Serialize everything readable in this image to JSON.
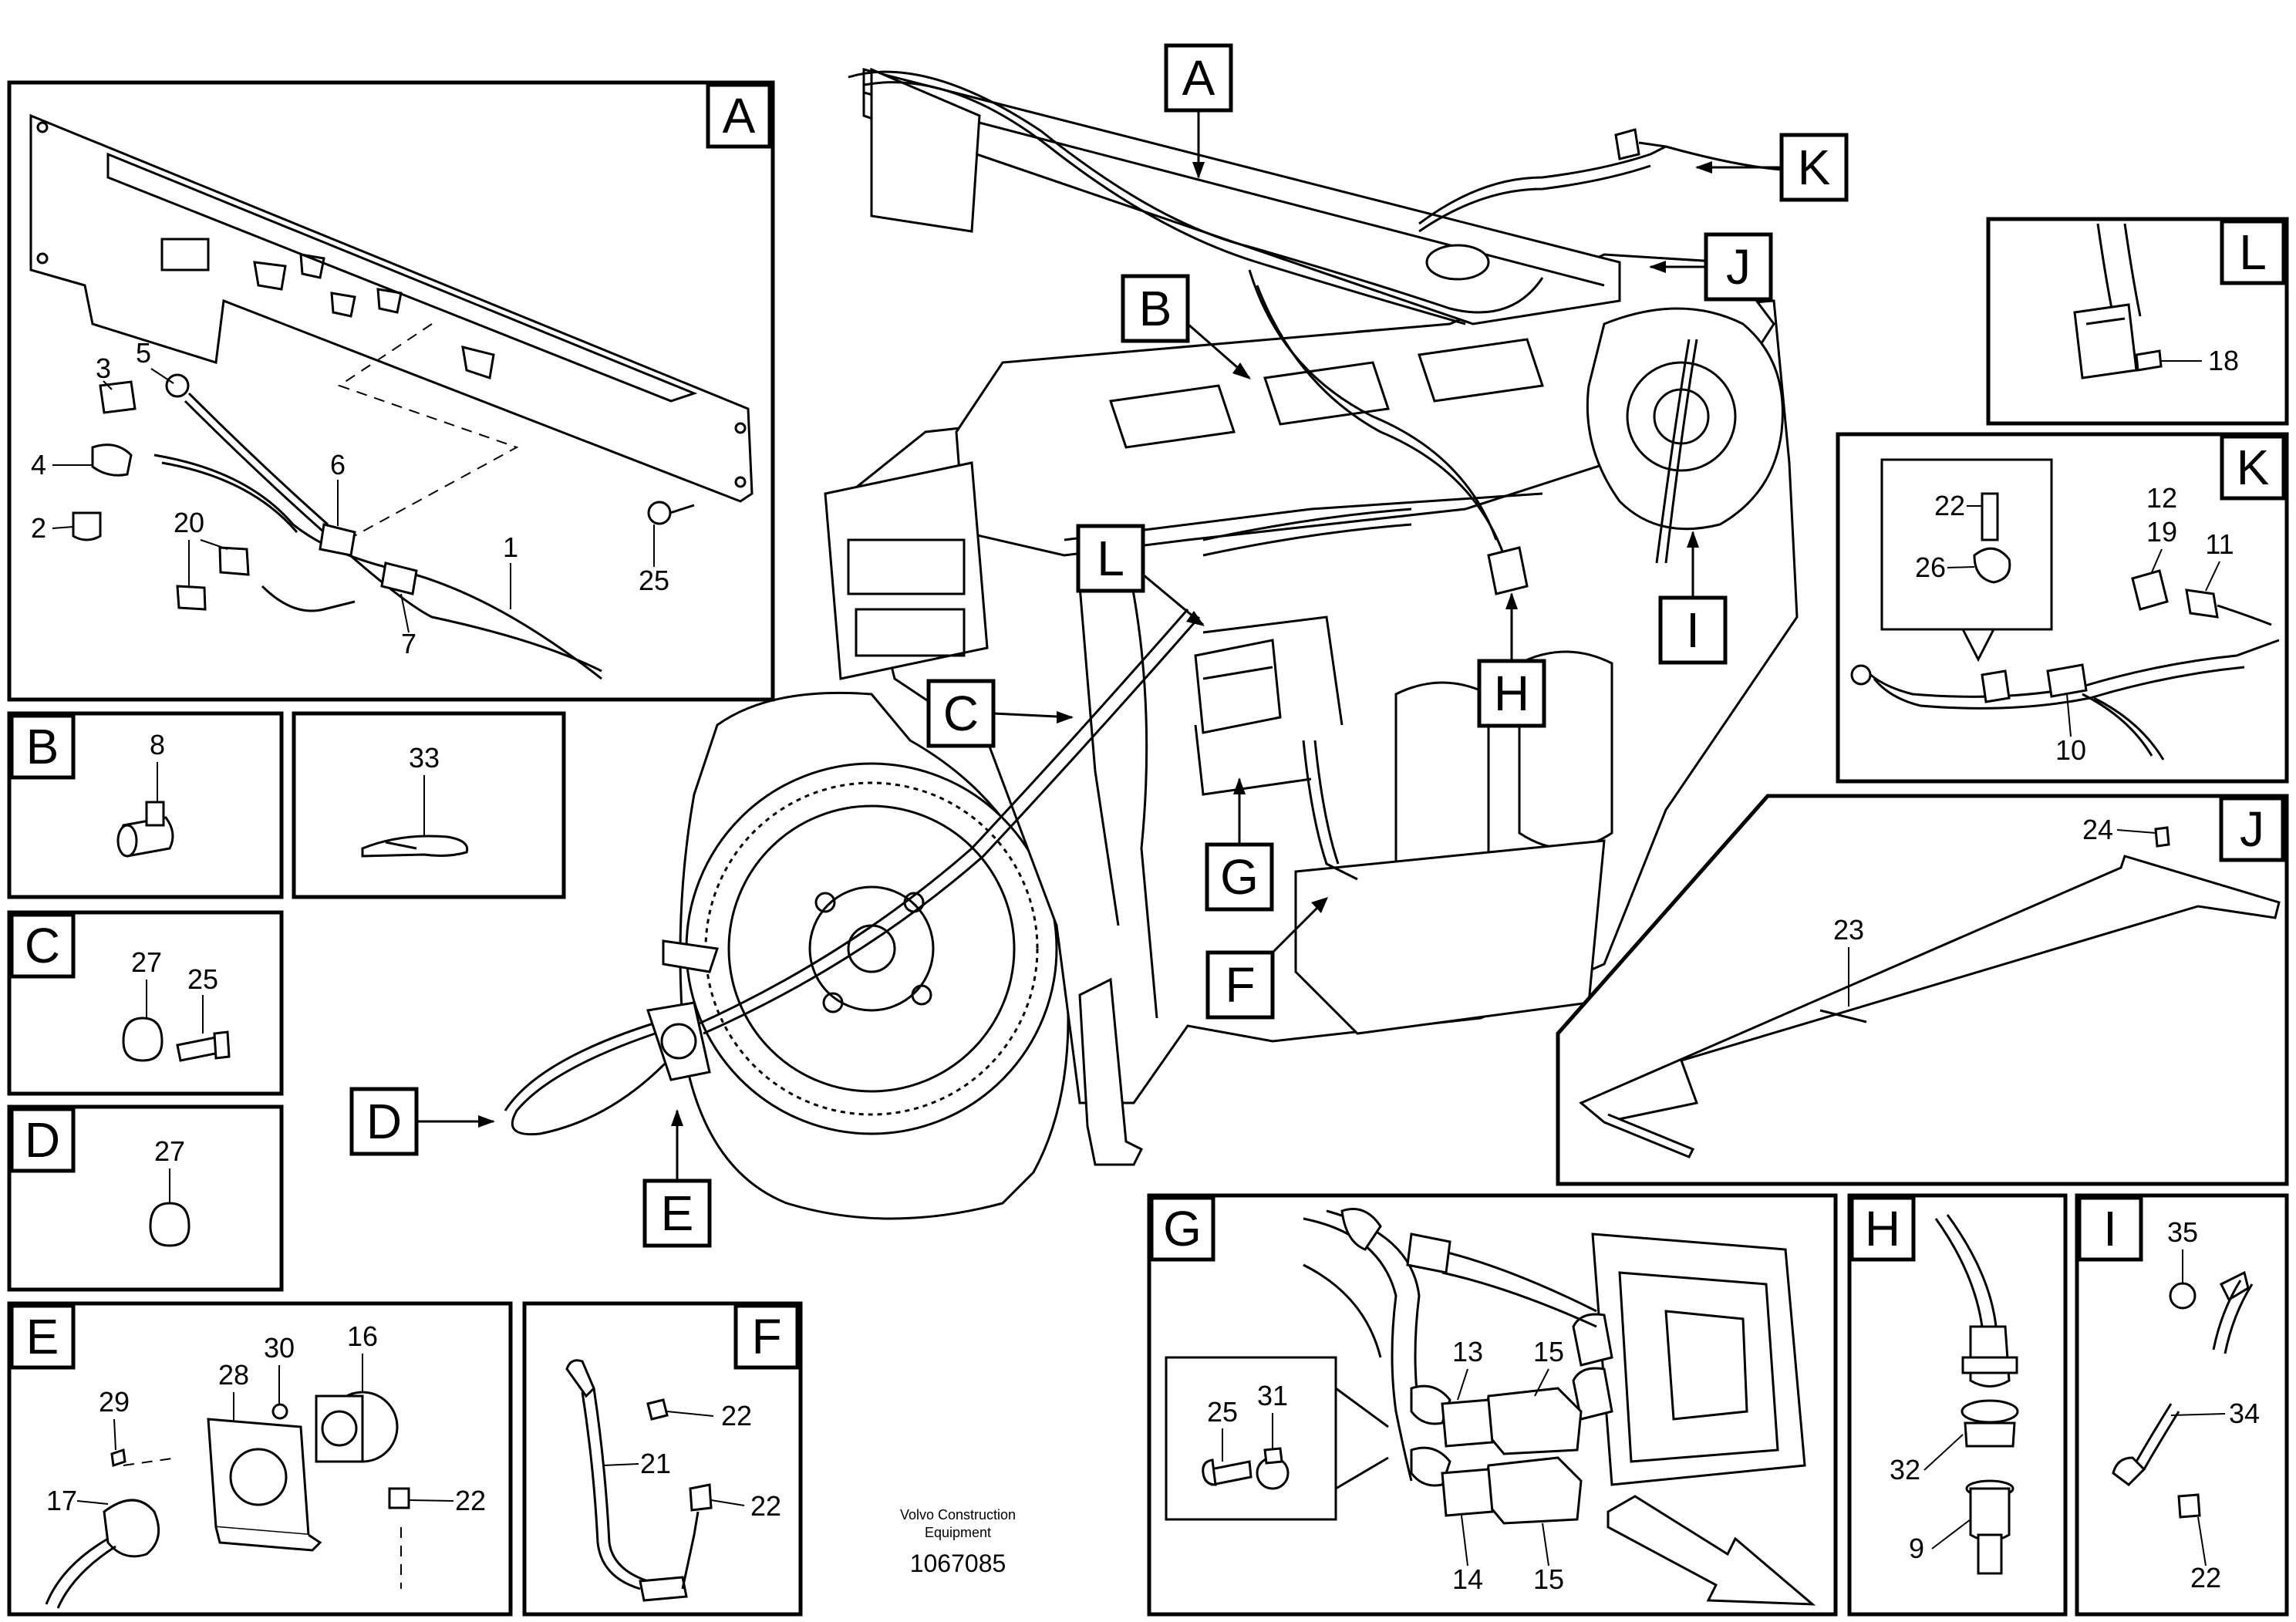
{
  "panels": {
    "A": {
      "tag": "A",
      "labels": {
        "n3": "3",
        "n5": "5",
        "n4": "4",
        "n2": "2",
        "n6": "6",
        "n20": "20",
        "n1": "1",
        "n7": "7",
        "n25": "25"
      }
    },
    "B": {
      "tag": "B",
      "labels": {
        "n8": "8"
      }
    },
    "B2": {
      "labels": {
        "n33": "33"
      }
    },
    "C": {
      "tag": "C",
      "labels": {
        "n27": "27",
        "n25": "25"
      }
    },
    "D": {
      "tag": "D",
      "labels": {
        "n27": "27"
      }
    },
    "E": {
      "tag": "E",
      "labels": {
        "n29": "29",
        "n28": "28",
        "n30": "30",
        "n16": "16",
        "n17": "17",
        "n22": "22"
      }
    },
    "F": {
      "tag": "F",
      "labels": {
        "n22a": "22",
        "n21": "21",
        "n22b": "22"
      }
    },
    "G": {
      "tag": "G",
      "labels": {
        "n13": "13",
        "n15a": "15",
        "n25": "25",
        "n31": "31",
        "n14": "14",
        "n15b": "15"
      }
    },
    "H": {
      "tag": "H",
      "labels": {
        "n32": "32",
        "n9": "9"
      }
    },
    "I": {
      "tag": "I",
      "labels": {
        "n35": "35",
        "n34": "34",
        "n22": "22"
      }
    },
    "J": {
      "tag": "J",
      "labels": {
        "n24": "24",
        "n23": "23"
      }
    },
    "K": {
      "tag": "K",
      "labels": {
        "n22": "22",
        "n26": "26",
        "n12": "12",
        "n19": "19",
        "n11": "11",
        "n10": "10"
      }
    },
    "L": {
      "tag": "L",
      "labels": {
        "n18": "18"
      }
    }
  },
  "callouts": {
    "A": "A",
    "K": "K",
    "J": "J",
    "B": "B",
    "L": "L",
    "C": "C",
    "H": "H",
    "I": "I",
    "G": "G",
    "F": "F",
    "D": "D",
    "E": "E"
  },
  "footer": {
    "line1": "Volvo Construction",
    "line2": "Equipment",
    "number": "1067085"
  }
}
